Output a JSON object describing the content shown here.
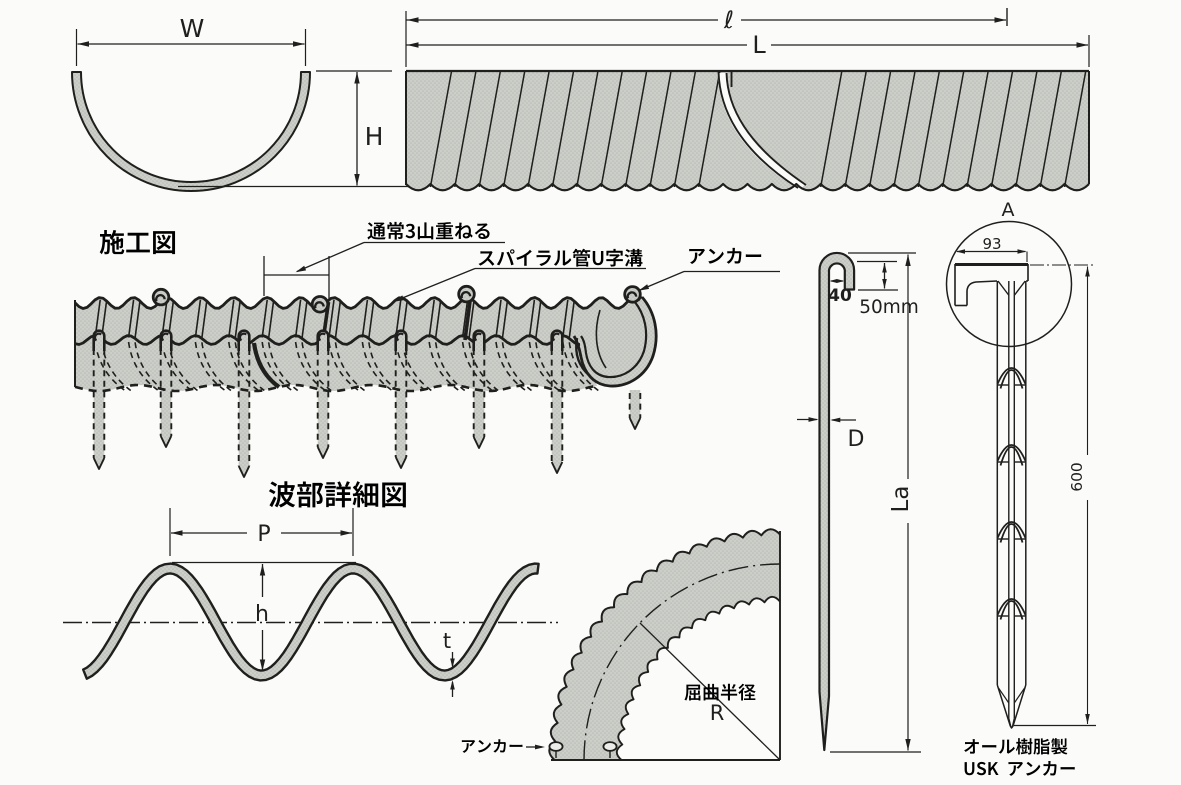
{
  "document": {
    "type": "technical drawing (scanned)",
    "language": "Japanese"
  },
  "colors": {
    "ink": "#1f1f1d",
    "paper": "#fbfbf9",
    "fill_gray": "#cbcdc9"
  },
  "figures": {
    "cross_section": {
      "width_label": "W",
      "height_label": "H"
    },
    "side_view": {
      "effective_length_label": "ℓ",
      "overall_length_label": "L"
    },
    "installation": {
      "title": "施工図",
      "overlap_note": "通常3山重ねる",
      "channel_label": "スパイラル管U字溝",
      "anchor_label": "アンカー"
    },
    "wave_detail": {
      "title": "波部詳細図",
      "pitch_label": "P",
      "height_label": "h",
      "thickness_label": "t"
    },
    "bend": {
      "radius_label": "屈曲半径",
      "radius_symbol": "R",
      "anchor_label": "アンカー"
    },
    "hook_anchor": {
      "hook_width": "40",
      "hook_drop": "50mm",
      "diameter_label": "D",
      "length_label": "La"
    },
    "usk_anchor": {
      "detail_label": "A",
      "head_width": "93",
      "length": "600",
      "material_line1": "オール樹脂製",
      "material_line2": "USKアンカー"
    }
  }
}
